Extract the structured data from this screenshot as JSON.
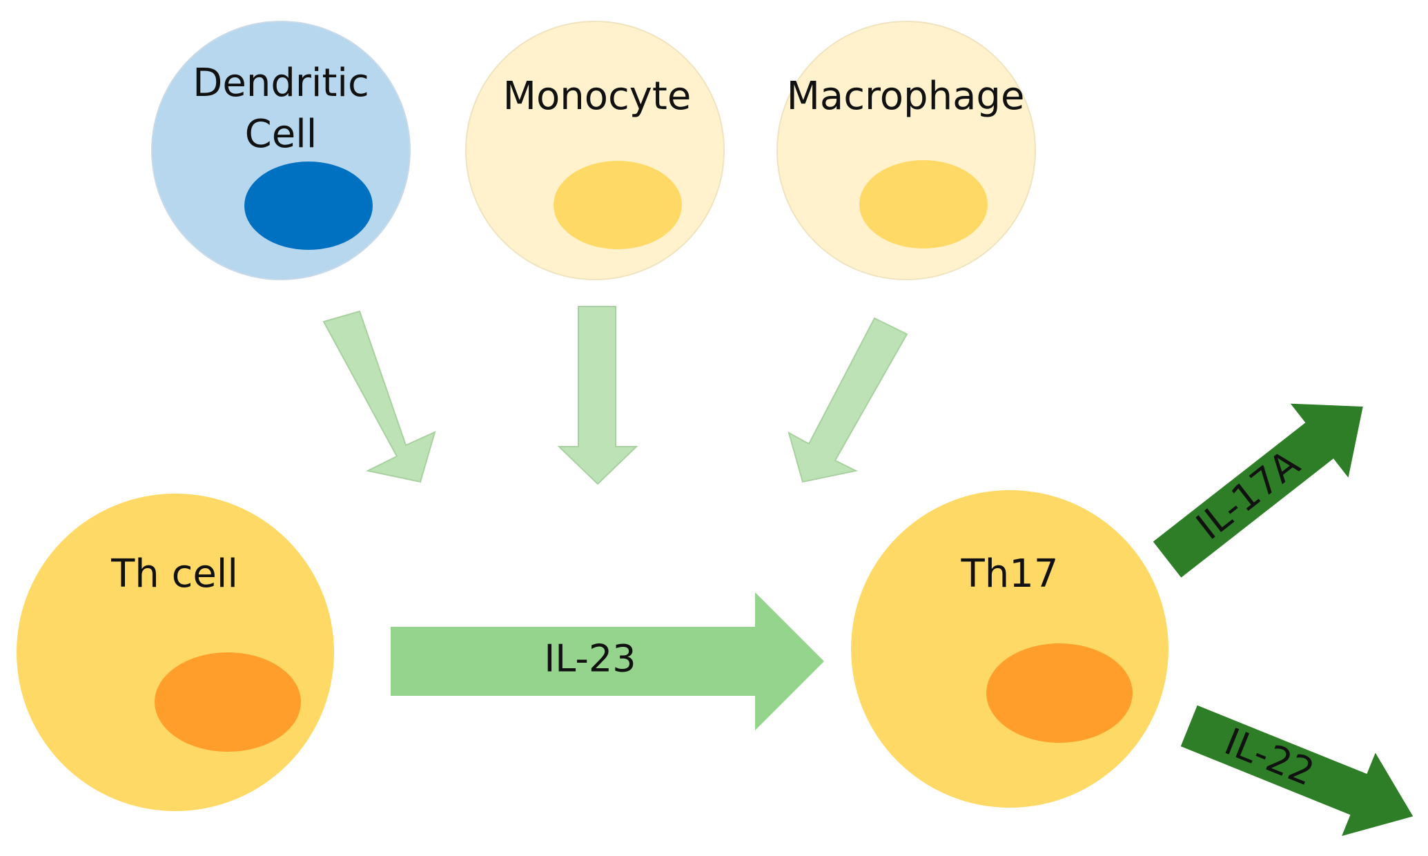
{
  "cells": {
    "dendritic": {
      "label_line1": "Dendritic",
      "label_line2": "Cell",
      "body_color": "#b6d7ee",
      "nucleus_color": "#0070c0"
    },
    "monocyte": {
      "label": "Monocyte",
      "body_color": "#fff2cc",
      "nucleus_color": "#ffd965"
    },
    "macrophage": {
      "label": "Macrophage",
      "body_color": "#fff2cc",
      "nucleus_color": "#ffd965"
    },
    "th_cell": {
      "label": "Th cell",
      "body_color": "#ffd966",
      "nucleus_color": "#ff9e2b"
    },
    "th17": {
      "label": "Th17",
      "body_color": "#ffd966",
      "nucleus_color": "#ff9e2b"
    }
  },
  "arrows": {
    "signal_color": "#bde2b6",
    "main": {
      "label": "IL-23",
      "color": "#95d48d"
    },
    "il17a": {
      "label": "IL-17A",
      "color": "#2e7d27"
    },
    "il22": {
      "label": "IL-22",
      "color": "#2e7d27"
    }
  }
}
